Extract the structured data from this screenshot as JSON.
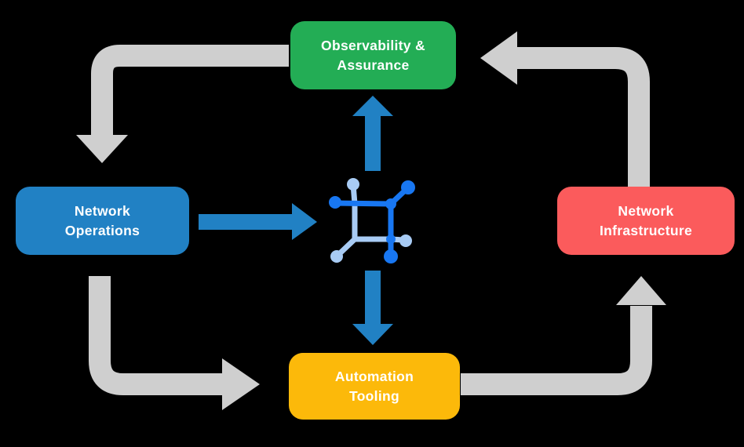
{
  "diagram": {
    "background_color": "#000000",
    "nodes": {
      "observability": {
        "line1": "Observability &",
        "line2": "Assurance",
        "color": "#23AD55"
      },
      "network_operations": {
        "line1": "Network",
        "line2": "Operations",
        "color": "#2181C4"
      },
      "network_infrastructure": {
        "line1": "Network",
        "line2": "Infrastructure",
        "color": "#FB5B5C"
      },
      "automation_tooling": {
        "line1": "Automation",
        "line2": "Tooling",
        "color": "#FCB90A"
      }
    },
    "center_icon": {
      "name": "network-automation-icon",
      "primary_color": "#1877F2",
      "secondary_color": "#A8CBF4"
    },
    "edges": {
      "cycle_color": "#CFCFCF",
      "hub_arrow_color": "#2181C4",
      "cycle": [
        {
          "from": "Observability & Assurance",
          "to": "Network Operations"
        },
        {
          "from": "Network Operations",
          "to": "Automation Tooling"
        },
        {
          "from": "Automation Tooling",
          "to": "Network Infrastructure"
        },
        {
          "from": "Network Infrastructure",
          "to": "Observability & Assurance"
        }
      ],
      "hub": [
        {
          "from": "Network Operations",
          "to": "center"
        },
        {
          "from": "center",
          "to": "Observability & Assurance"
        },
        {
          "from": "center",
          "to": "Automation Tooling"
        }
      ]
    }
  }
}
